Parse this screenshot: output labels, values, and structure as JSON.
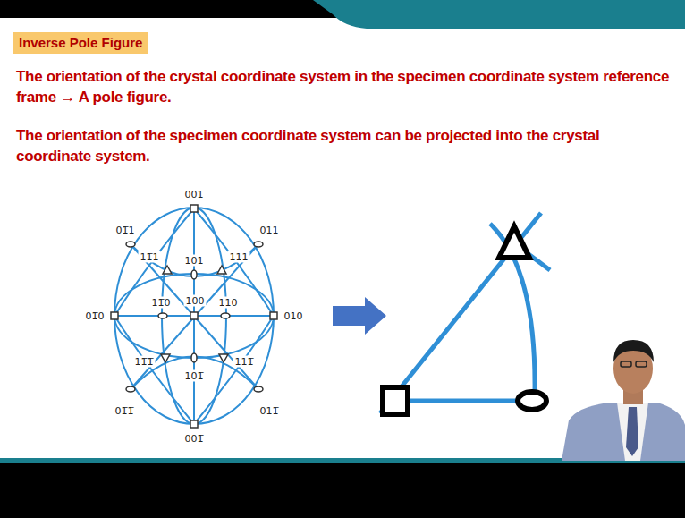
{
  "diagram": {
    "title": "Inverse Pole Figure",
    "labels": [
      "The orientation of the crystal coordinate system in the specimen coordinate system reference frame → A pole figure.",
      "The orientation of the specimen coordinate system can be projected into the crystal coordinate system.",
      "001",
      "01̅1",
      "011",
      "11̅1",
      "101",
      "111",
      "100",
      "11̅0",
      "110",
      "01̅0",
      "010",
      "11̅1̅",
      "101̅",
      "111̅",
      "01̅1̅",
      "011̅",
      "001̅"
    ]
  }
}
